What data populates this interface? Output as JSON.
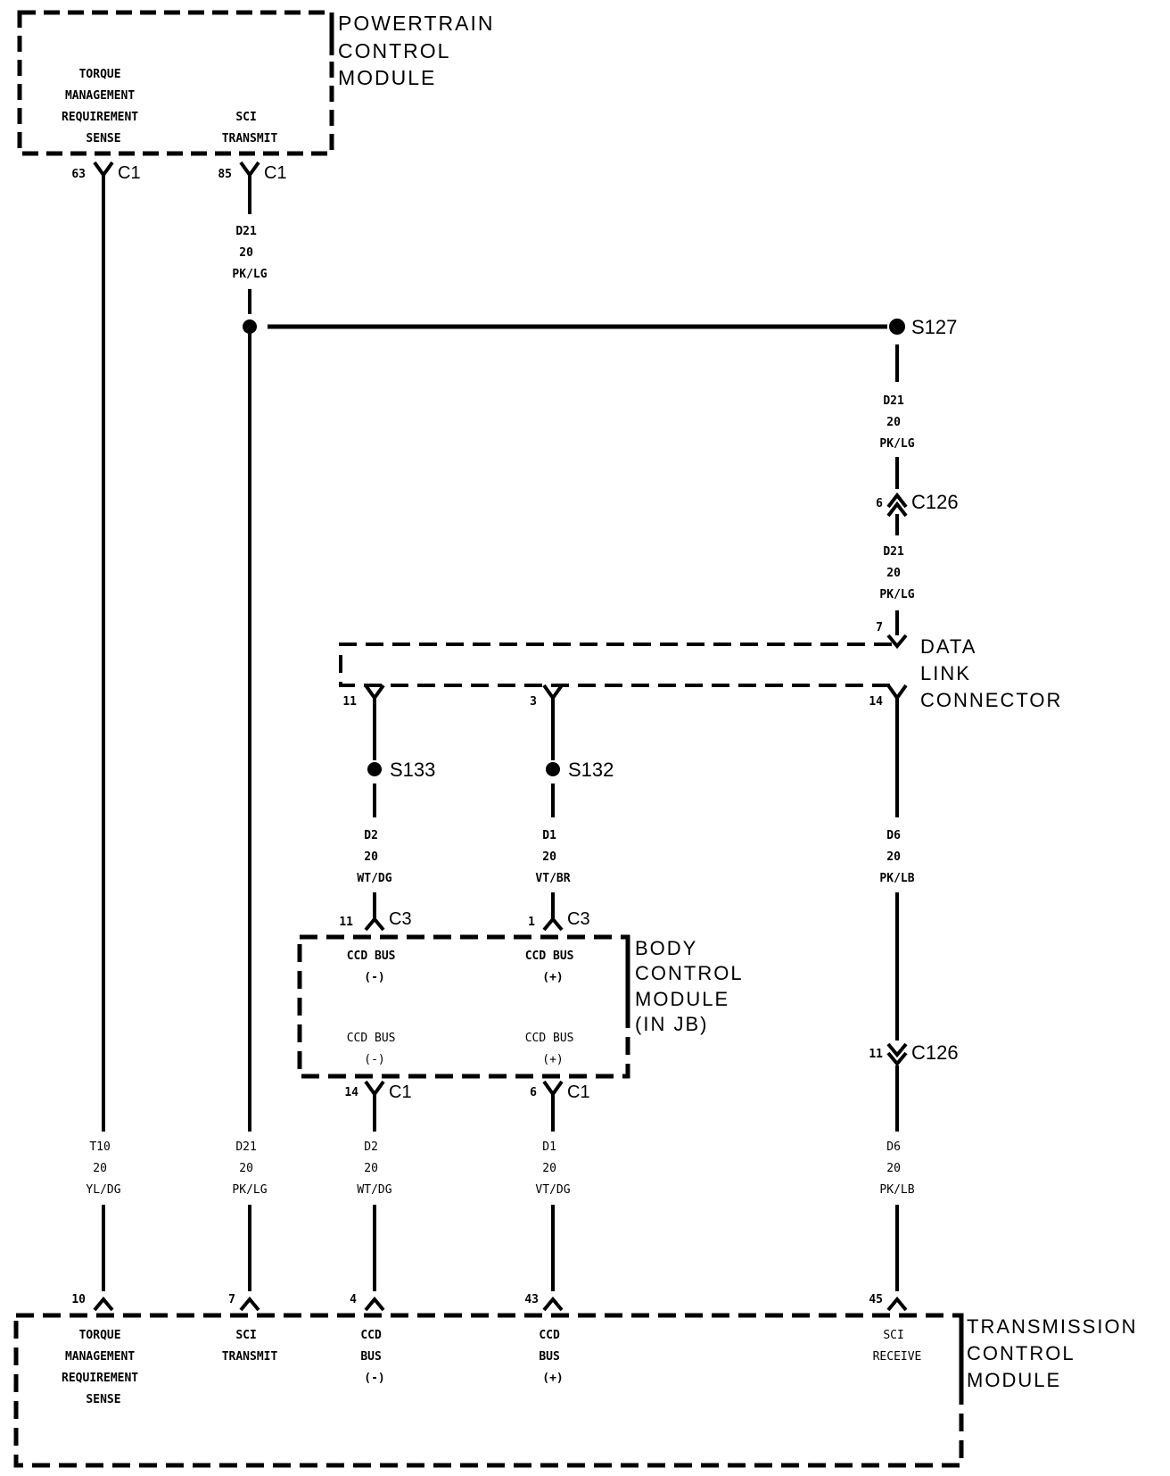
{
  "modules": {
    "pcm": {
      "name": [
        "POWERTRAIN",
        "CONTROL",
        "MODULE"
      ],
      "pin_torque": [
        "TORQUE",
        "MANAGEMENT",
        "REQUIREMENT",
        "SENSE"
      ],
      "pin_sci": [
        "SCI",
        "TRANSMIT"
      ]
    },
    "bcm": {
      "name": [
        "BODY",
        "CONTROL",
        "MODULE",
        "(IN JB)"
      ],
      "pins_top": [
        [
          "CCD BUS",
          "(-)"
        ],
        [
          "CCD BUS",
          "(+)"
        ]
      ],
      "pins_bottom": [
        [
          "CCD BUS",
          "(-)"
        ],
        [
          "CCD BUS",
          "(+)"
        ]
      ]
    },
    "dlc": {
      "name": [
        "DATA",
        "LINK",
        "CONNECTOR"
      ]
    },
    "tcm": {
      "name": [
        "TRANSMISSION",
        "CONTROL",
        "MODULE"
      ],
      "pin_torque": [
        "TORQUE",
        "MANAGEMENT",
        "REQUIREMENT",
        "SENSE"
      ],
      "pin_sci_tx": [
        "SCI",
        "TRANSMIT"
      ],
      "pin_ccd_neg": [
        "CCD",
        "BUS",
        "(-)"
      ],
      "pin_ccd_pos": [
        "CCD",
        "BUS",
        "(+)"
      ],
      "pin_sci_rx": [
        "SCI",
        "RECEIVE"
      ]
    }
  },
  "connectors": {
    "pcm_63": {
      "pin": "63",
      "name": "C1"
    },
    "pcm_85": {
      "pin": "85",
      "name": "C1"
    },
    "c126_top": {
      "pin": "6",
      "name": "C126"
    },
    "dlc_7": {
      "pin": "7"
    },
    "dlc_11": {
      "pin": "11"
    },
    "dlc_3": {
      "pin": "3"
    },
    "dlc_14": {
      "pin": "14"
    },
    "bcm_c3_11": {
      "pin": "11",
      "name": "C3"
    },
    "bcm_c3_1": {
      "pin": "1",
      "name": "C3"
    },
    "bcm_c1_14": {
      "pin": "14",
      "name": "C1"
    },
    "bcm_c1_6": {
      "pin": "6",
      "name": "C1"
    },
    "c126_bottom": {
      "pin": "11",
      "name": "C126"
    },
    "tcm_10": {
      "pin": "10"
    },
    "tcm_7": {
      "pin": "7"
    },
    "tcm_4": {
      "pin": "4"
    },
    "tcm_43": {
      "pin": "43"
    },
    "tcm_45": {
      "pin": "45"
    }
  },
  "splices": {
    "s127": "S127",
    "s133": "S133",
    "s132": "S132"
  },
  "wires": {
    "d21_pcm": [
      "D21",
      "20",
      "PK/LG"
    ],
    "d21_s127": [
      "D21",
      "20",
      "PK/LG"
    ],
    "d21_dlc": [
      "D21",
      "20",
      "PK/LG"
    ],
    "d2_top": [
      "D2",
      "20",
      "WT/DG"
    ],
    "d1_top": [
      "D1",
      "20",
      "VT/BR"
    ],
    "d6_top": [
      "D6",
      "20",
      "PK/LB"
    ],
    "t10": [
      "T10",
      "20",
      "YL/DG"
    ],
    "d21_tcm": [
      "D21",
      "20",
      "PK/LG"
    ],
    "d2_bottom": [
      "D2",
      "20",
      "WT/DG"
    ],
    "d1_bottom": [
      "D1",
      "20",
      "VT/DG"
    ],
    "d6_bottom": [
      "D6",
      "20",
      "PK/LB"
    ]
  }
}
